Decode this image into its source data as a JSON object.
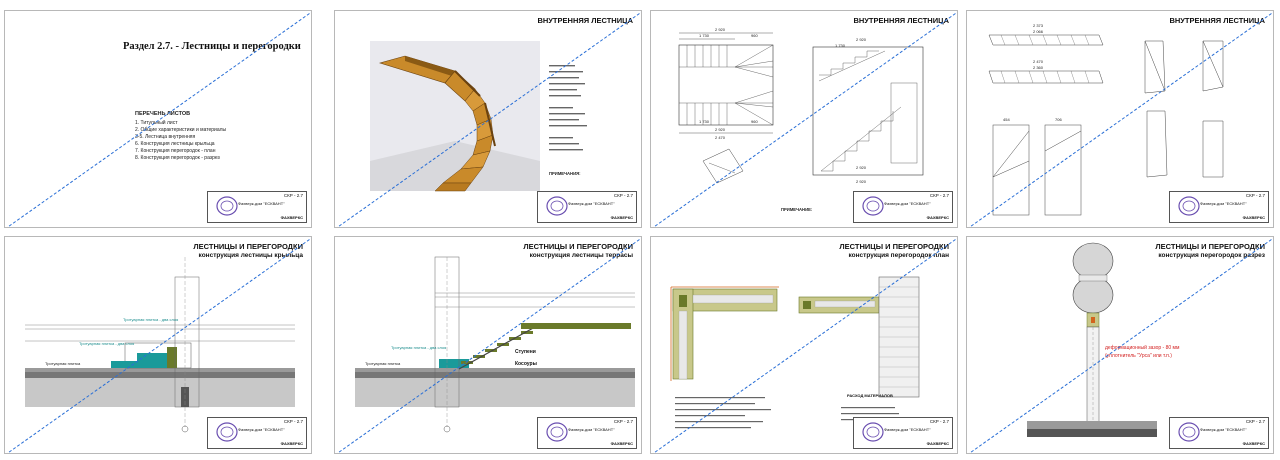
{
  "sheets": [
    {
      "id": "s1",
      "title": "Раздел 2.7. - Лестницы и перегородки",
      "toc_heading": "ПЕРЕЧЕНЬ ЛИСТОВ",
      "toc_items": [
        "1. Титульный лист",
        "2. Общие характеристики и материалы",
        "3-5. Лестница внутренняя",
        "6. Конструкция лестницы крыльца",
        "7. Конструкция перегородок - план",
        "8. Конструкция перегородок - разрез"
      ],
      "stamp_code": "СКР - 2.7",
      "stamp_name": "Фахверк-дом \"ЕСКВАНТ\"",
      "stamp_org": "ФАХВЕРКС"
    },
    {
      "id": "s2",
      "title": "ВНУТРЕННЯЯ ЛЕСТНИЦА",
      "note_heading": "ПРИМЕЧАНИЯ:",
      "stamp_code": "СКР - 2.7",
      "stamp_name": "Фахверк-дом \"ЕСКВАНТ\"",
      "stamp_org": "ФАХВЕРКС"
    },
    {
      "id": "s3",
      "title": "ВНУТРЕННЯЯ ЛЕСТНИЦА",
      "dims": [
        "2 920",
        "1 730",
        "960",
        "2 920",
        "1 730",
        "960",
        "2 470",
        "2 920",
        "2 920",
        "1 730",
        "2 920"
      ],
      "note_heading": "ПРИМЕЧАНИЕ:",
      "stamp_code": "СКР - 2.7",
      "stamp_name": "Фахверк-дом \"ЕСКВАНТ\"",
      "stamp_org": "ФАХВЕРКС"
    },
    {
      "id": "s4",
      "title": "ВНУТРЕННЯЯ ЛЕСТНИЦА",
      "dims": [
        "2 373",
        "2 066",
        "2 470",
        "2 360",
        "454",
        "706"
      ],
      "stamp_code": "СКР - 2.7",
      "stamp_name": "Фахверк-дом \"ЕСКВАНТ\"",
      "stamp_org": "ФАХВЕРКС"
    },
    {
      "id": "s5",
      "title": "ЛЕСТНИЦЫ И ПЕРЕГОРОДКИ",
      "subtitle": "конструкция лестницы крыльца",
      "labels": [
        "Тротуарная плитка - два слоя",
        "Тротуарная плитка - два слоя",
        "Тротуарная плитка"
      ],
      "stamp_code": "СКР - 2.7",
      "stamp_name": "Фахверк-дом \"ЕСКВАНТ\"",
      "stamp_org": "ФАХВЕРКС"
    },
    {
      "id": "s6",
      "title": "ЛЕСТНИЦЫ И ПЕРЕГОРОДКИ",
      "subtitle": "конструкция лестницы террасы",
      "labels": [
        "Ступени",
        "Косоуры",
        "Тротуарная плитка - два слоя",
        "Тротуарная плитка"
      ],
      "stamp_code": "СКР - 2.7",
      "stamp_name": "Фахверк-дом \"ЕСКВАНТ\"",
      "stamp_org": "ФАХВЕРКС"
    },
    {
      "id": "s7",
      "title": "ЛЕСТНИЦЫ И ПЕРЕГОРОДКИ",
      "subtitle": "конструкция перегородок план",
      "labels": [
        "РАСХОД МАТЕРИАЛОВ"
      ],
      "stamp_code": "СКР - 2.7",
      "stamp_name": "Фахверк-дом \"ЕСКВАНТ\"",
      "stamp_org": "ФАХВЕРКС"
    },
    {
      "id": "s8",
      "title": "ЛЕСТНИЦЫ И ПЕРЕГОРОДКИ",
      "subtitle": "конструкция перегородок разрез",
      "red_note_1": "деформационный зазор - 80 мм",
      "red_note_2": "(уплотнитель \"Урса\" или т.п.)",
      "stamp_code": "СКР - 2.7",
      "stamp_name": "Фахверк-дом \"ЕСКВАНТ\"",
      "stamp_org": "ФАХВЕРКС"
    }
  ],
  "colors": {
    "wood": "#c98a2a",
    "wood_dark": "#8a5a14",
    "teal": "#1a9a9a",
    "insulation": "#c8c88a",
    "olive": "#6a7a2a",
    "watermark": "#2a6fd6",
    "red": "#d21e1e"
  }
}
